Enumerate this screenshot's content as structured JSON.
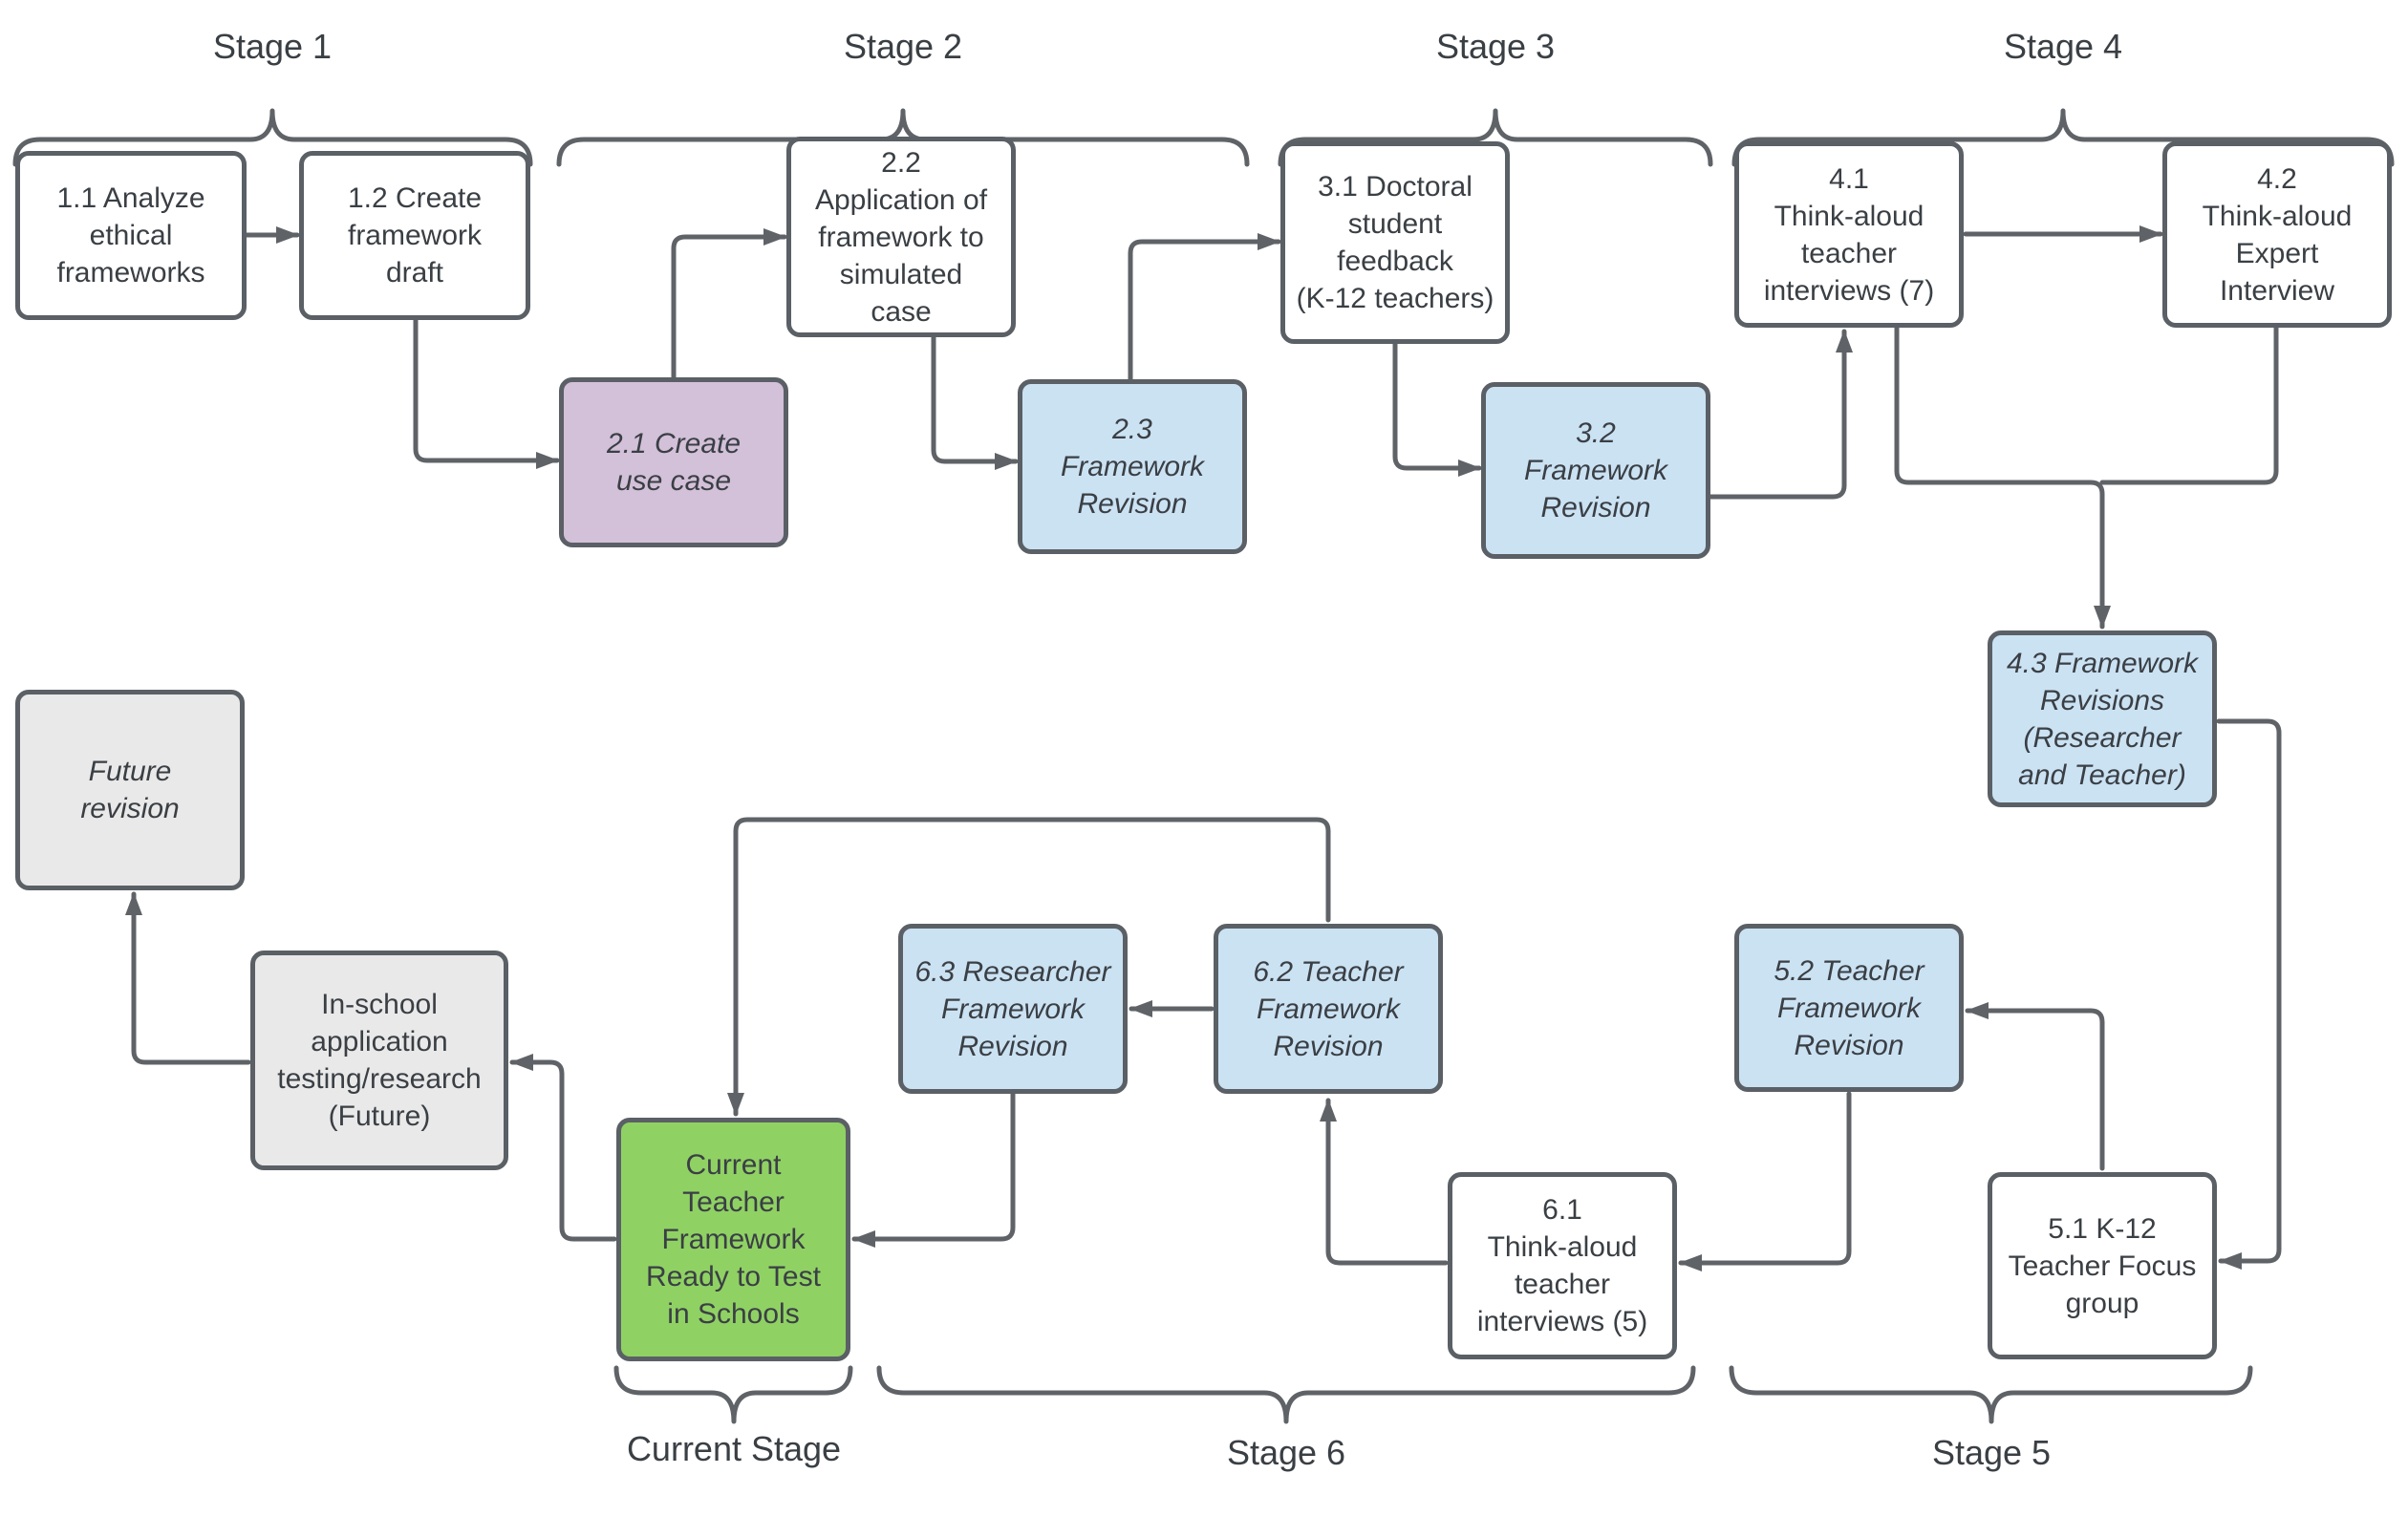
{
  "diagram": {
    "stages_top": [
      {
        "label": "Stage 1"
      },
      {
        "label": "Stage 2"
      },
      {
        "label": "Stage 3"
      },
      {
        "label": "Stage 4"
      }
    ],
    "stages_bottom": [
      {
        "label": "Current Stage"
      },
      {
        "label": "Stage 6"
      },
      {
        "label": "Stage 5"
      }
    ],
    "nodes": [
      {
        "id": "1-1",
        "label": "1.1 Analyze\nethical\nframeworks",
        "variant": "white",
        "italic": false
      },
      {
        "id": "1-2",
        "label": "1.2 Create\nframework\ndraft",
        "variant": "white",
        "italic": false
      },
      {
        "id": "2-1",
        "label": "2.1 Create\nuse case",
        "variant": "purple",
        "italic": true
      },
      {
        "id": "2-2",
        "label": "2.2\nApplication of\nframework to\nsimulated\ncase",
        "variant": "white",
        "italic": false
      },
      {
        "id": "2-3",
        "label": "2.3\nFramework\nRevision",
        "variant": "blue",
        "italic": true
      },
      {
        "id": "3-1",
        "label": "3.1 Doctoral\nstudent\nfeedback\n(K-12 teachers)",
        "variant": "white",
        "italic": false
      },
      {
        "id": "3-2",
        "label": "3.2\nFramework\nRevision",
        "variant": "blue",
        "italic": true
      },
      {
        "id": "4-1",
        "label": "4.1\nThink-aloud\nteacher\ninterviews (7)",
        "variant": "white",
        "italic": false
      },
      {
        "id": "4-2",
        "label": "4.2\nThink-aloud\nExpert\nInterview",
        "variant": "white",
        "italic": false
      },
      {
        "id": "4-3",
        "label": "4.3 Framework\nRevisions\n(Researcher\nand Teacher)",
        "variant": "blue",
        "italic": true
      },
      {
        "id": "5-1",
        "label": "5.1 K-12\nTeacher Focus\ngroup",
        "variant": "white",
        "italic": false
      },
      {
        "id": "5-2",
        "label": "5.2 Teacher\nFramework\nRevision",
        "variant": "blue",
        "italic": true
      },
      {
        "id": "6-1",
        "label": "6.1\nThink-aloud\nteacher\ninterviews (5)",
        "variant": "white",
        "italic": false
      },
      {
        "id": "6-2",
        "label": "6.2 Teacher\nFramework\nRevision",
        "variant": "blue",
        "italic": true
      },
      {
        "id": "6-3",
        "label": "6.3 Researcher\nFramework\nRevision",
        "variant": "blue",
        "italic": true
      },
      {
        "id": "current",
        "label": "Current\nTeacher\nFramework\nReady to Test\nin Schools",
        "variant": "green",
        "italic": false
      },
      {
        "id": "inschool",
        "label": "In-school\napplication\ntesting/research\n(Future)",
        "variant": "gray",
        "italic": false
      },
      {
        "id": "future",
        "label": "Future\nrevision",
        "variant": "gray",
        "italic": true
      }
    ],
    "colors": {
      "blue": "#cbe2f3",
      "purple": "#d3c0d9",
      "green": "#90d164",
      "gray": "#e9e9e9",
      "border": "#5a6065",
      "line": "#5f6367",
      "text": "#3a3f44"
    }
  }
}
